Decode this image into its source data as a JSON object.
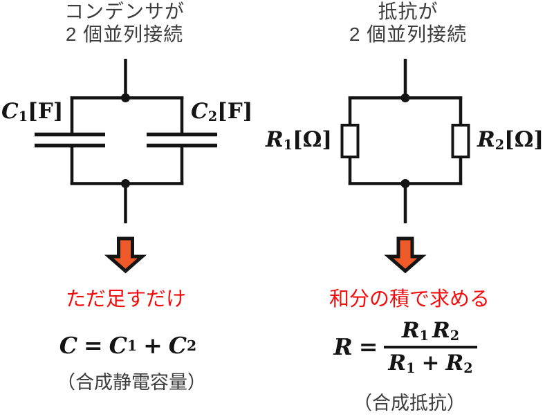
{
  "colors": {
    "background": "#ffffff",
    "ink": "#141414",
    "jp_text": "#3c3c3c",
    "accent_red": "#f40d0d",
    "arrow_fill": "#f05a28",
    "resistor_fill": "#ffffff"
  },
  "left_panel": {
    "title_line1": "コンデンサが",
    "title_line2": "2 個並列接続",
    "component1": {
      "symbol": "C",
      "subscript": "1",
      "unit": "[F]"
    },
    "component2": {
      "symbol": "C",
      "subscript": "2",
      "unit": "[F]"
    },
    "note": "ただ足すだけ",
    "formula": {
      "lhs": "C",
      "equals": "=",
      "term1": "C",
      "term1_sub": "1",
      "operator": "+",
      "term2": "C",
      "term2_sub": "2"
    },
    "caption": "（合成静電容量）"
  },
  "right_panel": {
    "title_line1": "抵抗が",
    "title_line2": "2 個並列接続",
    "component1": {
      "symbol": "R",
      "subscript": "1",
      "unit": "[Ω]"
    },
    "component2": {
      "symbol": "R",
      "subscript": "2",
      "unit": "[Ω]"
    },
    "note": "和分の積で求める",
    "formula": {
      "lhs": "R",
      "equals": "=",
      "numerator": {
        "f1": "R",
        "f1_sub": "1",
        "f2": "R",
        "f2_sub": "2"
      },
      "denominator": {
        "t1": "R",
        "t1_sub": "1",
        "operator": "+",
        "t2": "R",
        "t2_sub": "2"
      }
    },
    "caption": "（合成抵抗）"
  }
}
